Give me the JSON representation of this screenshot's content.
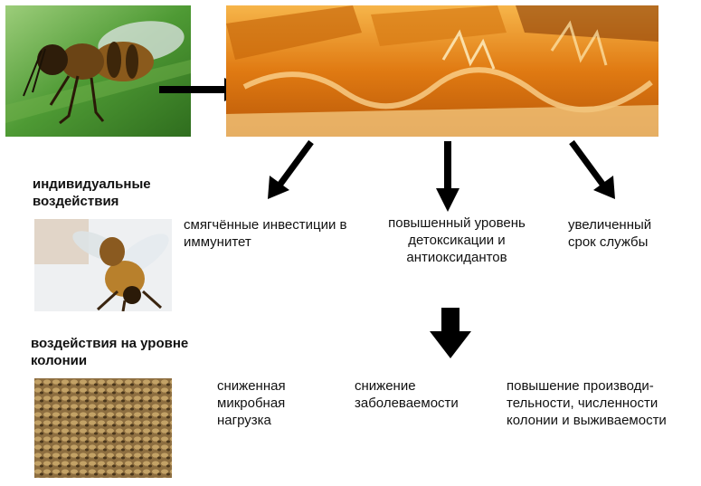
{
  "headings": {
    "individual": "индивидуальные воздействия",
    "colony": "воздействия на уровне колонии"
  },
  "individual_effects": [
    "смягчённые инвестиции в иммунитет",
    "повышенный уровень детоксикации и антиоксидантов",
    "увеличенный срок службы"
  ],
  "colony_effects": [
    "сниженная микробная нагрузка",
    "снижение заболеваемости",
    "повышение производи-тельности, численности колонии и выживаемости"
  ],
  "images": {
    "top_left": "honeybee-photo",
    "top_right": "propolis-comb-photo",
    "mid_left": "worker-bee-photo",
    "bottom_left": "colony-photo"
  },
  "colors": {
    "arrow": "#000000",
    "propolis": "#e07a12",
    "leaf": "#3f8a2a"
  }
}
